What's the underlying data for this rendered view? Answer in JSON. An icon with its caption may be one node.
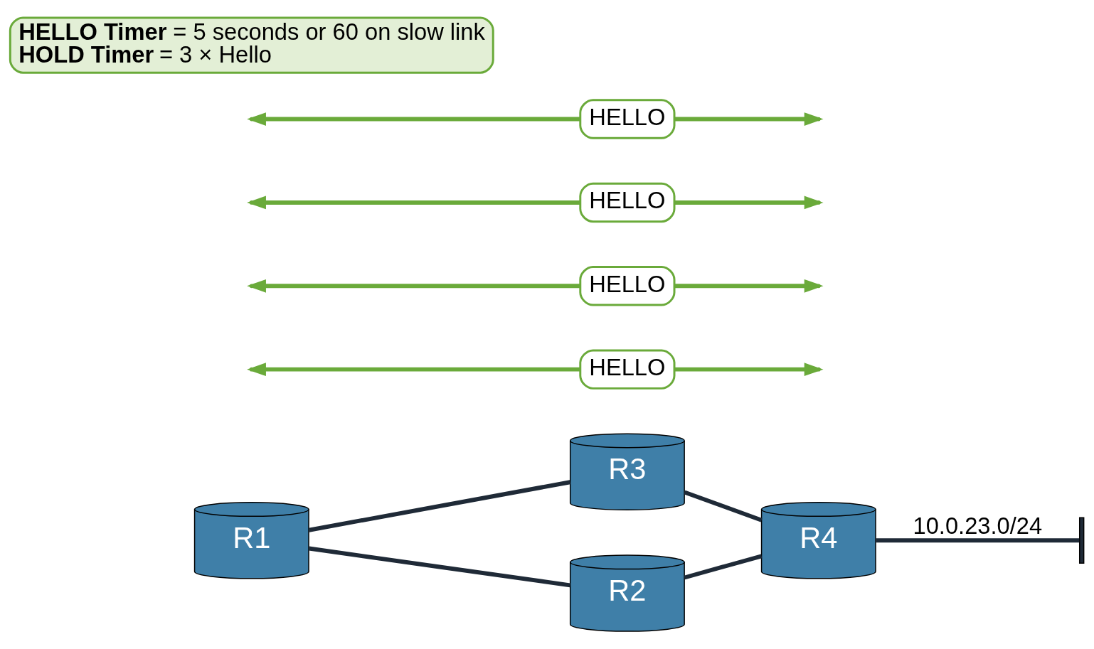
{
  "diagram": {
    "nodes": [
      {
        "text": [
          "R1"
        ]
      },
      {
        "text": [
          "HELLO"
        ]
      },
      {
        "text": [
          "HELLO"
        ]
      },
      {
        "text": [
          "R3"
        ]
      },
      {
        "text": [
          "R4"
        ]
      },
      {
        "text": [],
        "shape": "bar"
      },
      {
        "text": [
          "HELLO"
        ]
      },
      {
        "text": [
          "HELLO"
        ]
      },
      {
        "text": [
          "R2"
        ]
      },
      {
        "text": [
          "**HELLO Timer** = 5 seconds or 60 on slow link",
          "**HOLD Timer** = 3 × Hello"
        ]
      }
    ],
    "edges": [
      {
        "from": 0,
        "to": 3,
        "arrow": "none",
        "color": "#1f2a37"
      },
      {
        "from": 0,
        "to": 8,
        "arrow": "none",
        "color": "#1f2a37"
      },
      {
        "from": 3,
        "to": 4,
        "arrow": "none",
        "color": "#1f2a37"
      },
      {
        "from": 8,
        "to": 4,
        "arrow": "none",
        "color": "#1f2a37"
      },
      {
        "from": 4,
        "to": 5,
        "arrow": "none",
        "label": "10.0.23.0/24",
        "color": "#1f2a37"
      },
      {
        "from": 1,
        "to": null,
        "arrow": "to"
      },
      {
        "from": 1,
        "to": null,
        "arrow": "to"
      },
      {
        "from": 2,
        "to": null,
        "arrow": "to"
      },
      {
        "from": 2,
        "to": null,
        "arrow": "to"
      },
      {
        "from": 6,
        "to": null,
        "arrow": "to"
      },
      {
        "from": 6,
        "to": null,
        "arrow": "to"
      },
      {
        "from": 7,
        "to": null,
        "arrow": "to"
      },
      {
        "from": 7,
        "to": null,
        "arrow": "to"
      }
    ]
  }
}
